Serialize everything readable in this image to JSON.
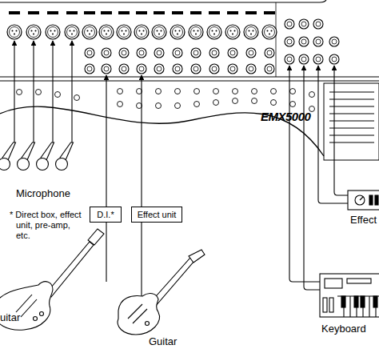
{
  "diagram": {
    "nodes": [
      {
        "text": [
          "D.I.*"
        ]
      },
      {
        "text": [
          "Effect unit"
        ]
      }
    ],
    "labels": [
      "EMX5000",
      "Microphone",
      "* Direct box, effect unit, pre-amp, etc.",
      "uitar",
      "Guitar",
      "Effect",
      "Keyboard"
    ]
  }
}
